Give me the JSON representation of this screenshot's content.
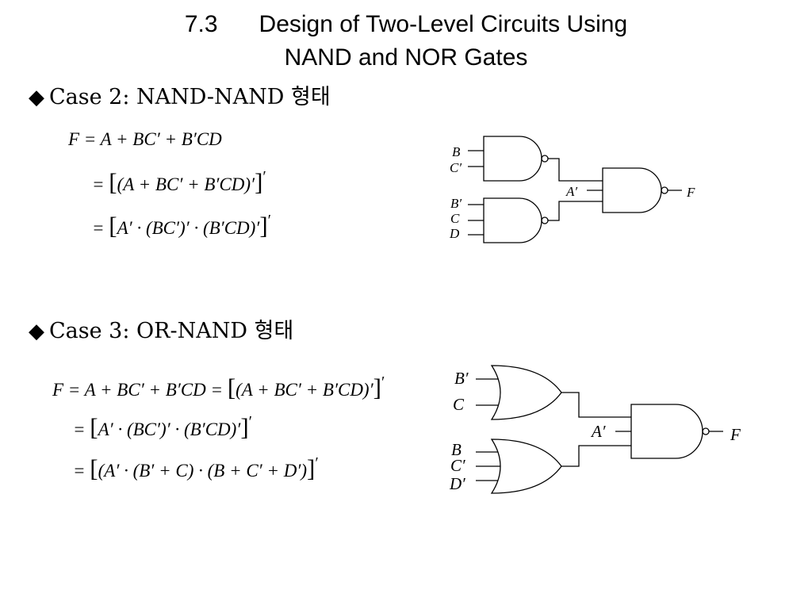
{
  "title": {
    "number": "7.3",
    "line1": "Design of Two-Level Circuits Using",
    "line2": "NAND and NOR Gates"
  },
  "case2": {
    "bullet": "◆",
    "heading": "Case 2: NAND-NAND 형태",
    "equations": [
      {
        "pre": "F = A + BC′ + B′CD",
        "open": "",
        "mid": "",
        "close": "",
        "sup": ""
      },
      {
        "pre": "=",
        "open": "[",
        "mid": "(A + BC′ + B′CD)′",
        "close": "]",
        "sup": "′"
      },
      {
        "pre": "=",
        "open": "[",
        "mid": "A′ · (BC′)′ · (B′CD)′",
        "close": "]",
        "sup": "′"
      }
    ],
    "circuit": {
      "gate1_inputs": [
        "B",
        "C′"
      ],
      "gate2_inputs": [
        "B′",
        "C",
        "D"
      ],
      "extra_input": "A′",
      "output": "F"
    }
  },
  "case3": {
    "bullet": "◆",
    "heading": "Case 3: OR-NAND 형태",
    "equations": [
      {
        "pre": "F = A + BC′ + B′CD =",
        "open": "[",
        "mid": "(A + BC′ + B′CD)′",
        "close": "]",
        "sup": "′"
      },
      {
        "pre": "=",
        "open": "[",
        "mid": "A′ · (BC′)′ · (B′CD)′",
        "close": "]",
        "sup": "′"
      },
      {
        "pre": "=",
        "open": "[",
        "mid": "(A′ · (B′ + C) · (B + C′ + D′)",
        "close": "]",
        "sup": "′"
      }
    ],
    "circuit": {
      "gate1_inputs": [
        "B′",
        "C"
      ],
      "gate2_inputs": [
        "B",
        "C′",
        "D′"
      ],
      "extra_input": "A′",
      "output": "F"
    }
  }
}
